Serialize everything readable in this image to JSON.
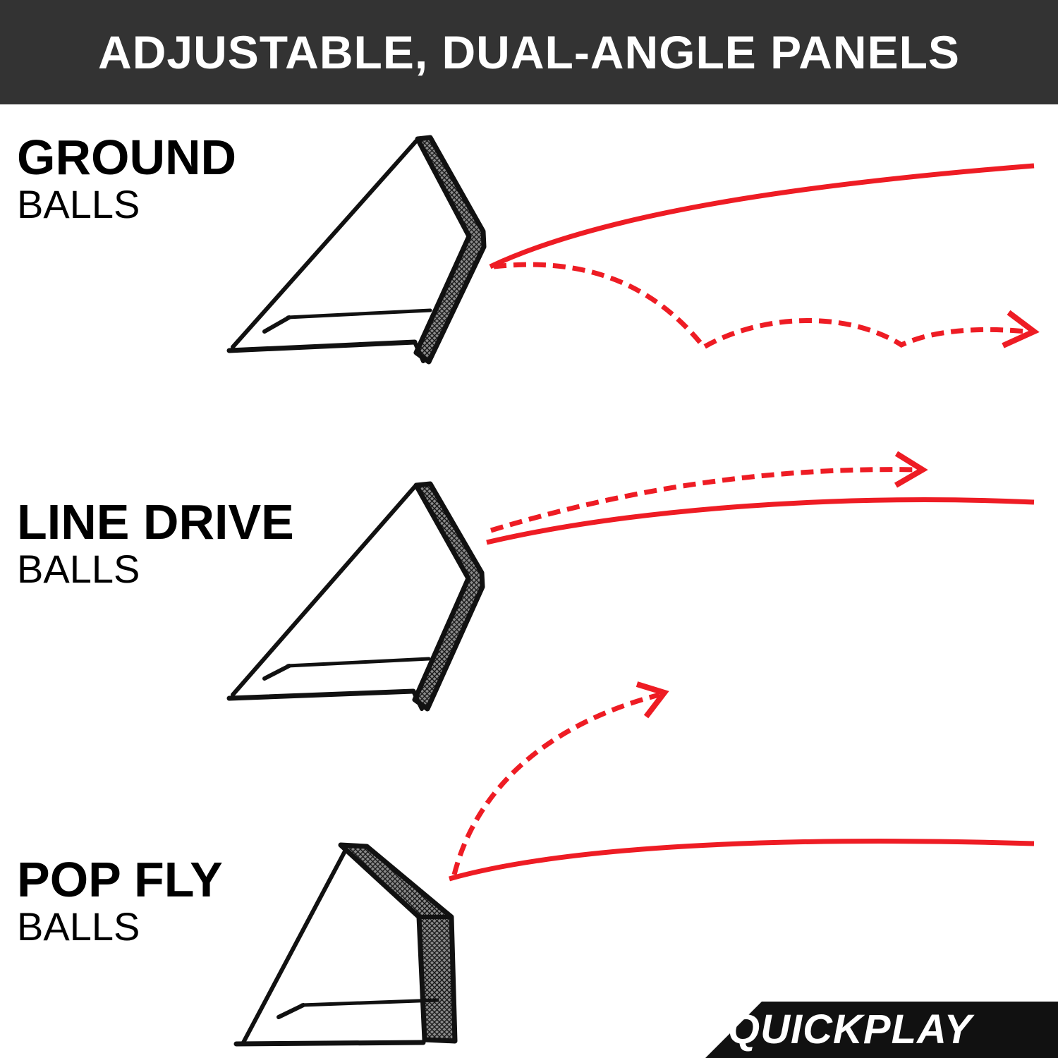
{
  "header": {
    "title": "ADJUSTABLE, DUAL-ANGLE PANELS"
  },
  "modes": [
    {
      "title": "GROUND",
      "subtitle": "BALLS"
    },
    {
      "title": "LINE DRIVE",
      "subtitle": "BALLS"
    },
    {
      "title": "POP FLY",
      "subtitle": "BALLS"
    }
  ],
  "brand": {
    "name": "QUICKPLAY"
  },
  "colors": {
    "header_bg": "#333333",
    "trajectory": "#ee1c24",
    "frame": "#111111",
    "brand_bg": "#111111"
  },
  "icons": [
    "rebounder-net",
    "trajectory-arrow"
  ]
}
